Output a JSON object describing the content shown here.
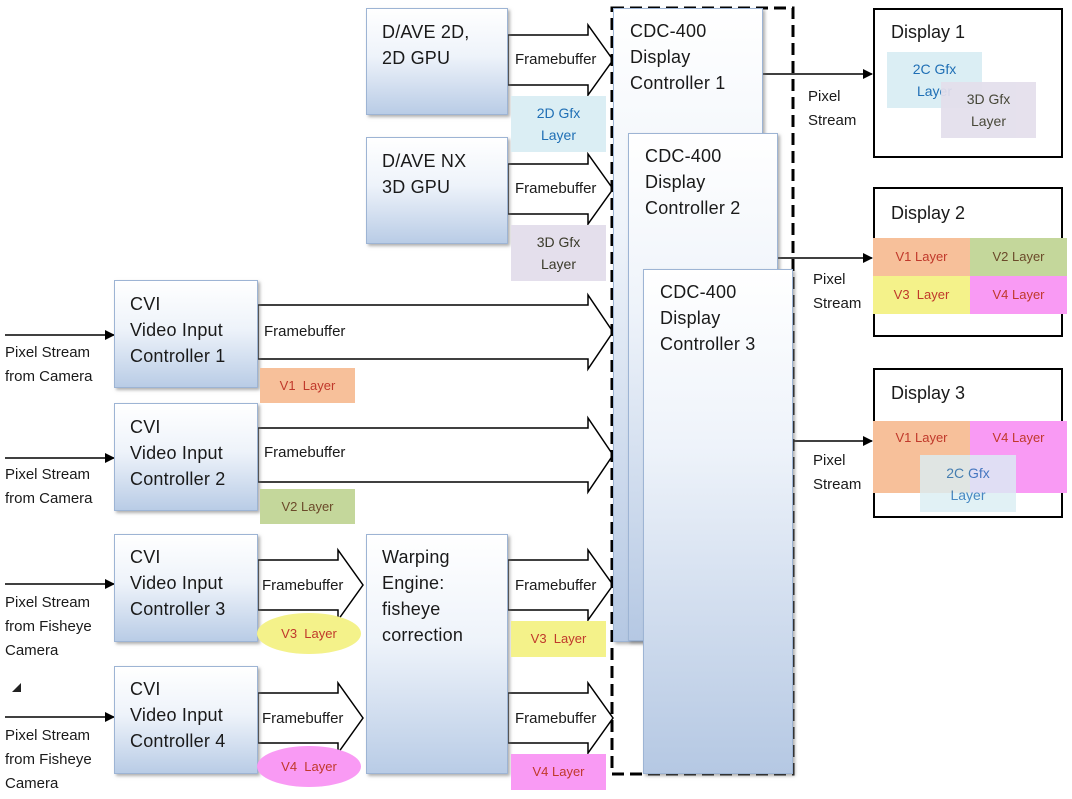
{
  "colors": {
    "v1_layer": "#f7c09a",
    "v2_layer": "#c4d79b",
    "v3_layer": "#f4f28a",
    "v4_layer": "#f99af4",
    "gfx2d_layer": "#dbeef4",
    "gfx3d_layer": "#e4dfec",
    "box_border": "#9db4d4",
    "box_gradient_bottom": "#b9cce6"
  },
  "gpus": {
    "gpu_2d": "D/AVE 2D,\n2D GPU",
    "gpu_3d": "D/AVE NX\n3D GPU"
  },
  "cvis": [
    {
      "label": "CVI\nVideo Input\nController 1",
      "input": "Pixel Stream\nfrom Camera"
    },
    {
      "label": "CVI\nVideo Input\nController 2",
      "input": "Pixel Stream\nfrom Camera"
    },
    {
      "label": "CVI\nVideo Input\nController 3",
      "input": "Pixel Stream\nfrom Fisheye\nCamera"
    },
    {
      "label": "CVI\nVideo Input\nController 4",
      "input": "Pixel Stream\nfrom Fisheye\nCamera"
    }
  ],
  "warping_engine": "Warping\nEngine:\nfisheye\ncorrection",
  "controllers": [
    "CDC-400\nDisplay\nController 1",
    "CDC-400\nDisplay\nController 2",
    "CDC-400\nDisplay\nController 3"
  ],
  "framebuffer_label": "Framebuffer",
  "pixel_stream_label": "Pixel\nStream",
  "layers": {
    "gfx2d": "2D Gfx\nLayer",
    "gfx3d": "3D Gfx\nLayer",
    "gfx2c": "2C Gfx\nLayer",
    "v1": "V1  Layer",
    "v2": "V2 Layer",
    "v3": "V3  Layer",
    "v4": "V4  Layer",
    "v4_single": "V4 Layer",
    "v1_single": "V1 Layer",
    "v3_single": "V3  Layer",
    "v2_single": "V2 Layer"
  },
  "displays": [
    {
      "title": "Display 1"
    },
    {
      "title": "Display 2"
    },
    {
      "title": "Display 3"
    }
  ]
}
